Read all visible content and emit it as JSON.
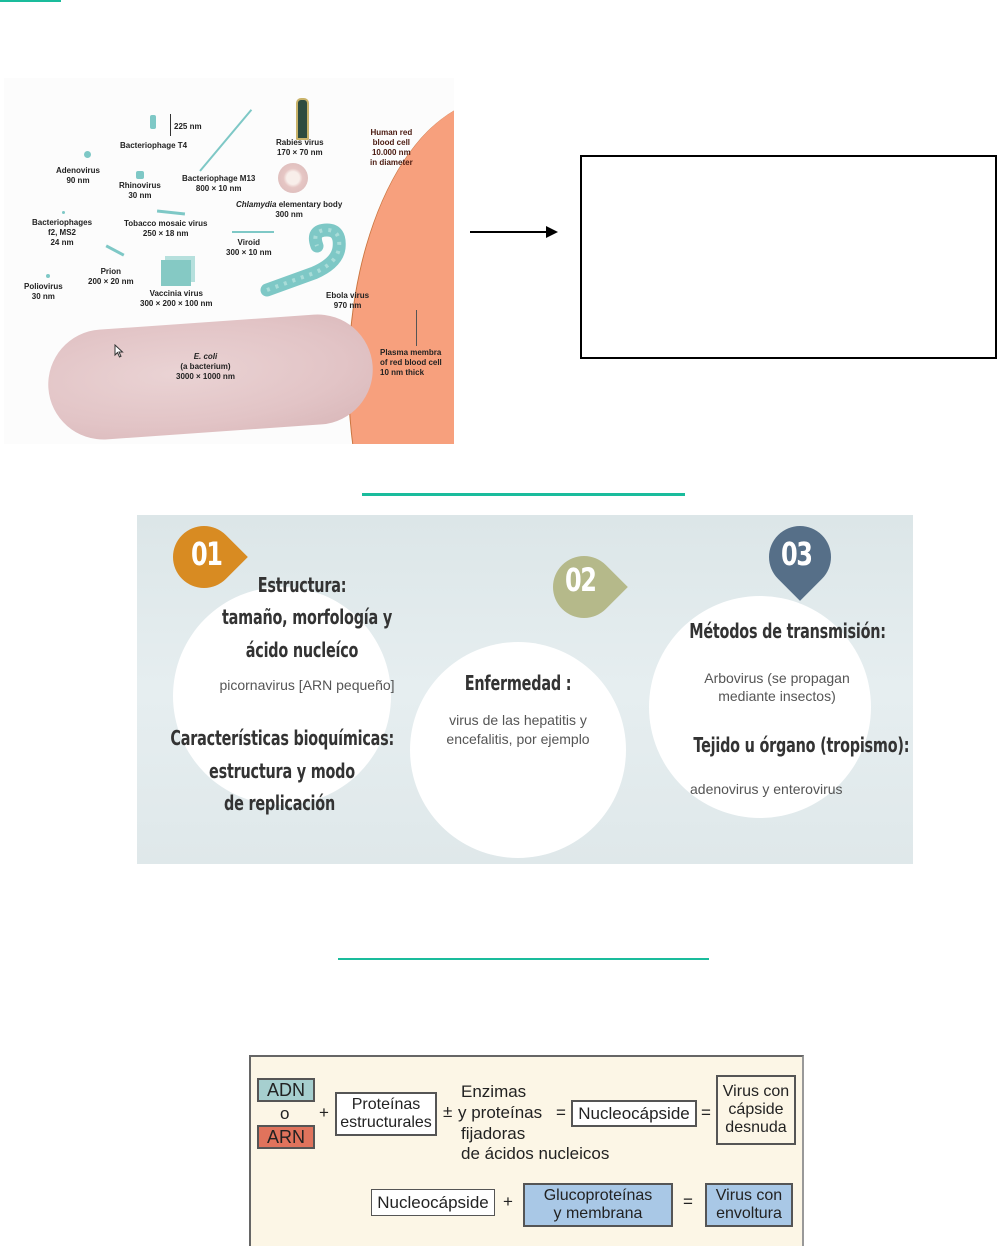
{
  "size_figure": {
    "labels": {
      "bacteriophage_t4": "Bacteriophage T4",
      "t4_size": "225 nm",
      "adenovirus": "Adenovirus",
      "adenovirus_size": "90 nm",
      "rhinovirus": "Rhinovirus",
      "rhinovirus_size": "30 nm",
      "bacteriophage_m13": "Bacteriophage M13",
      "m13_size": "800 × 10 nm",
      "rabies": "Rabies virus",
      "rabies_size": "170 × 70 nm",
      "bacteriophages_f2": "Bacteriophages",
      "f2_name": "f2, MS2",
      "f2_size": "24 nm",
      "tmv": "Tobacco mosaic virus",
      "tmv_size": "250 × 18 nm",
      "chlamydia_italic": "Chlamydia",
      "chlamydia": " elementary body",
      "chlamydia_size": "300 nm",
      "viroid": "Viroid",
      "viroid_size": "300 × 10 nm",
      "prion": "Prion",
      "prion_size": "200 × 20 nm",
      "poliovirus": "Poliovirus",
      "poliovirus_size": "30 nm",
      "vaccinia": "Vaccinia virus",
      "vaccinia_size": "300 × 200 × 100 nm",
      "ebola": "Ebola virus",
      "ebola_size": "970 nm",
      "rbc_1": "Human red",
      "rbc_2": "blood cell",
      "rbc_3": "10.000 nm",
      "rbc_4": "in diameter",
      "ecoli_name": "E. coli",
      "ecoli_sub": "(a bacterium)",
      "ecoli_size": "3000 × 1000 nm",
      "membrane_1": "Plasma membra",
      "membrane_2": "of red blood cell",
      "membrane_3": "10 nm thick"
    }
  },
  "answer_box": {
    "content": ""
  },
  "classification": {
    "items": [
      {
        "number": "01",
        "color": "#d88b22",
        "heading_lines": [
          "Estructura:",
          "tamaño, morfología y",
          "ácido nucleíco"
        ],
        "example": "picornavirus [ARN pequeño]",
        "heading2_lines": [
          "Características bioquímicas:",
          "estructura y modo",
          "de replicación"
        ]
      },
      {
        "number": "02",
        "color": "#b5b98a",
        "heading": "Enfermedad :",
        "example_lines": [
          "virus de las hepatitis y",
          "encefalitis, por ejemplo"
        ]
      },
      {
        "number": "03",
        "color": "#566f88",
        "heading": "Métodos de transmisión:",
        "example_lines": [
          "Arbovirus  (se propagan",
          "mediante insectos)"
        ],
        "heading2": "Tejido u órgano (tropismo):",
        "example2": "adenovirus y enterovirus"
      }
    ]
  },
  "composition": {
    "adn": "ADN",
    "o": "o",
    "arn": "ARN",
    "plus": "+",
    "proteinas_1": "Proteínas",
    "proteinas_2": "estructurales",
    "plusminus": "±",
    "enzimas_1": "Enzimas",
    "enzimas_2": "y proteínas",
    "enzimas_3": "fijadoras",
    "enzimas_4": "de ácidos nucleicos",
    "equals": "=",
    "nucleocapside": "Nucleocápside",
    "naked_1": "Virus con",
    "naked_2": "cápside",
    "naked_3": "desnuda",
    "glyco_1": "Glucoproteínas",
    "glyco_2": "y membrana",
    "env_1": "Virus con",
    "env_2": "envoltura",
    "colors": {
      "adn": "#a6cfcf",
      "arn": "#e0735c",
      "glyco": "#a9c8e6",
      "background": "#fcf6e6"
    }
  }
}
